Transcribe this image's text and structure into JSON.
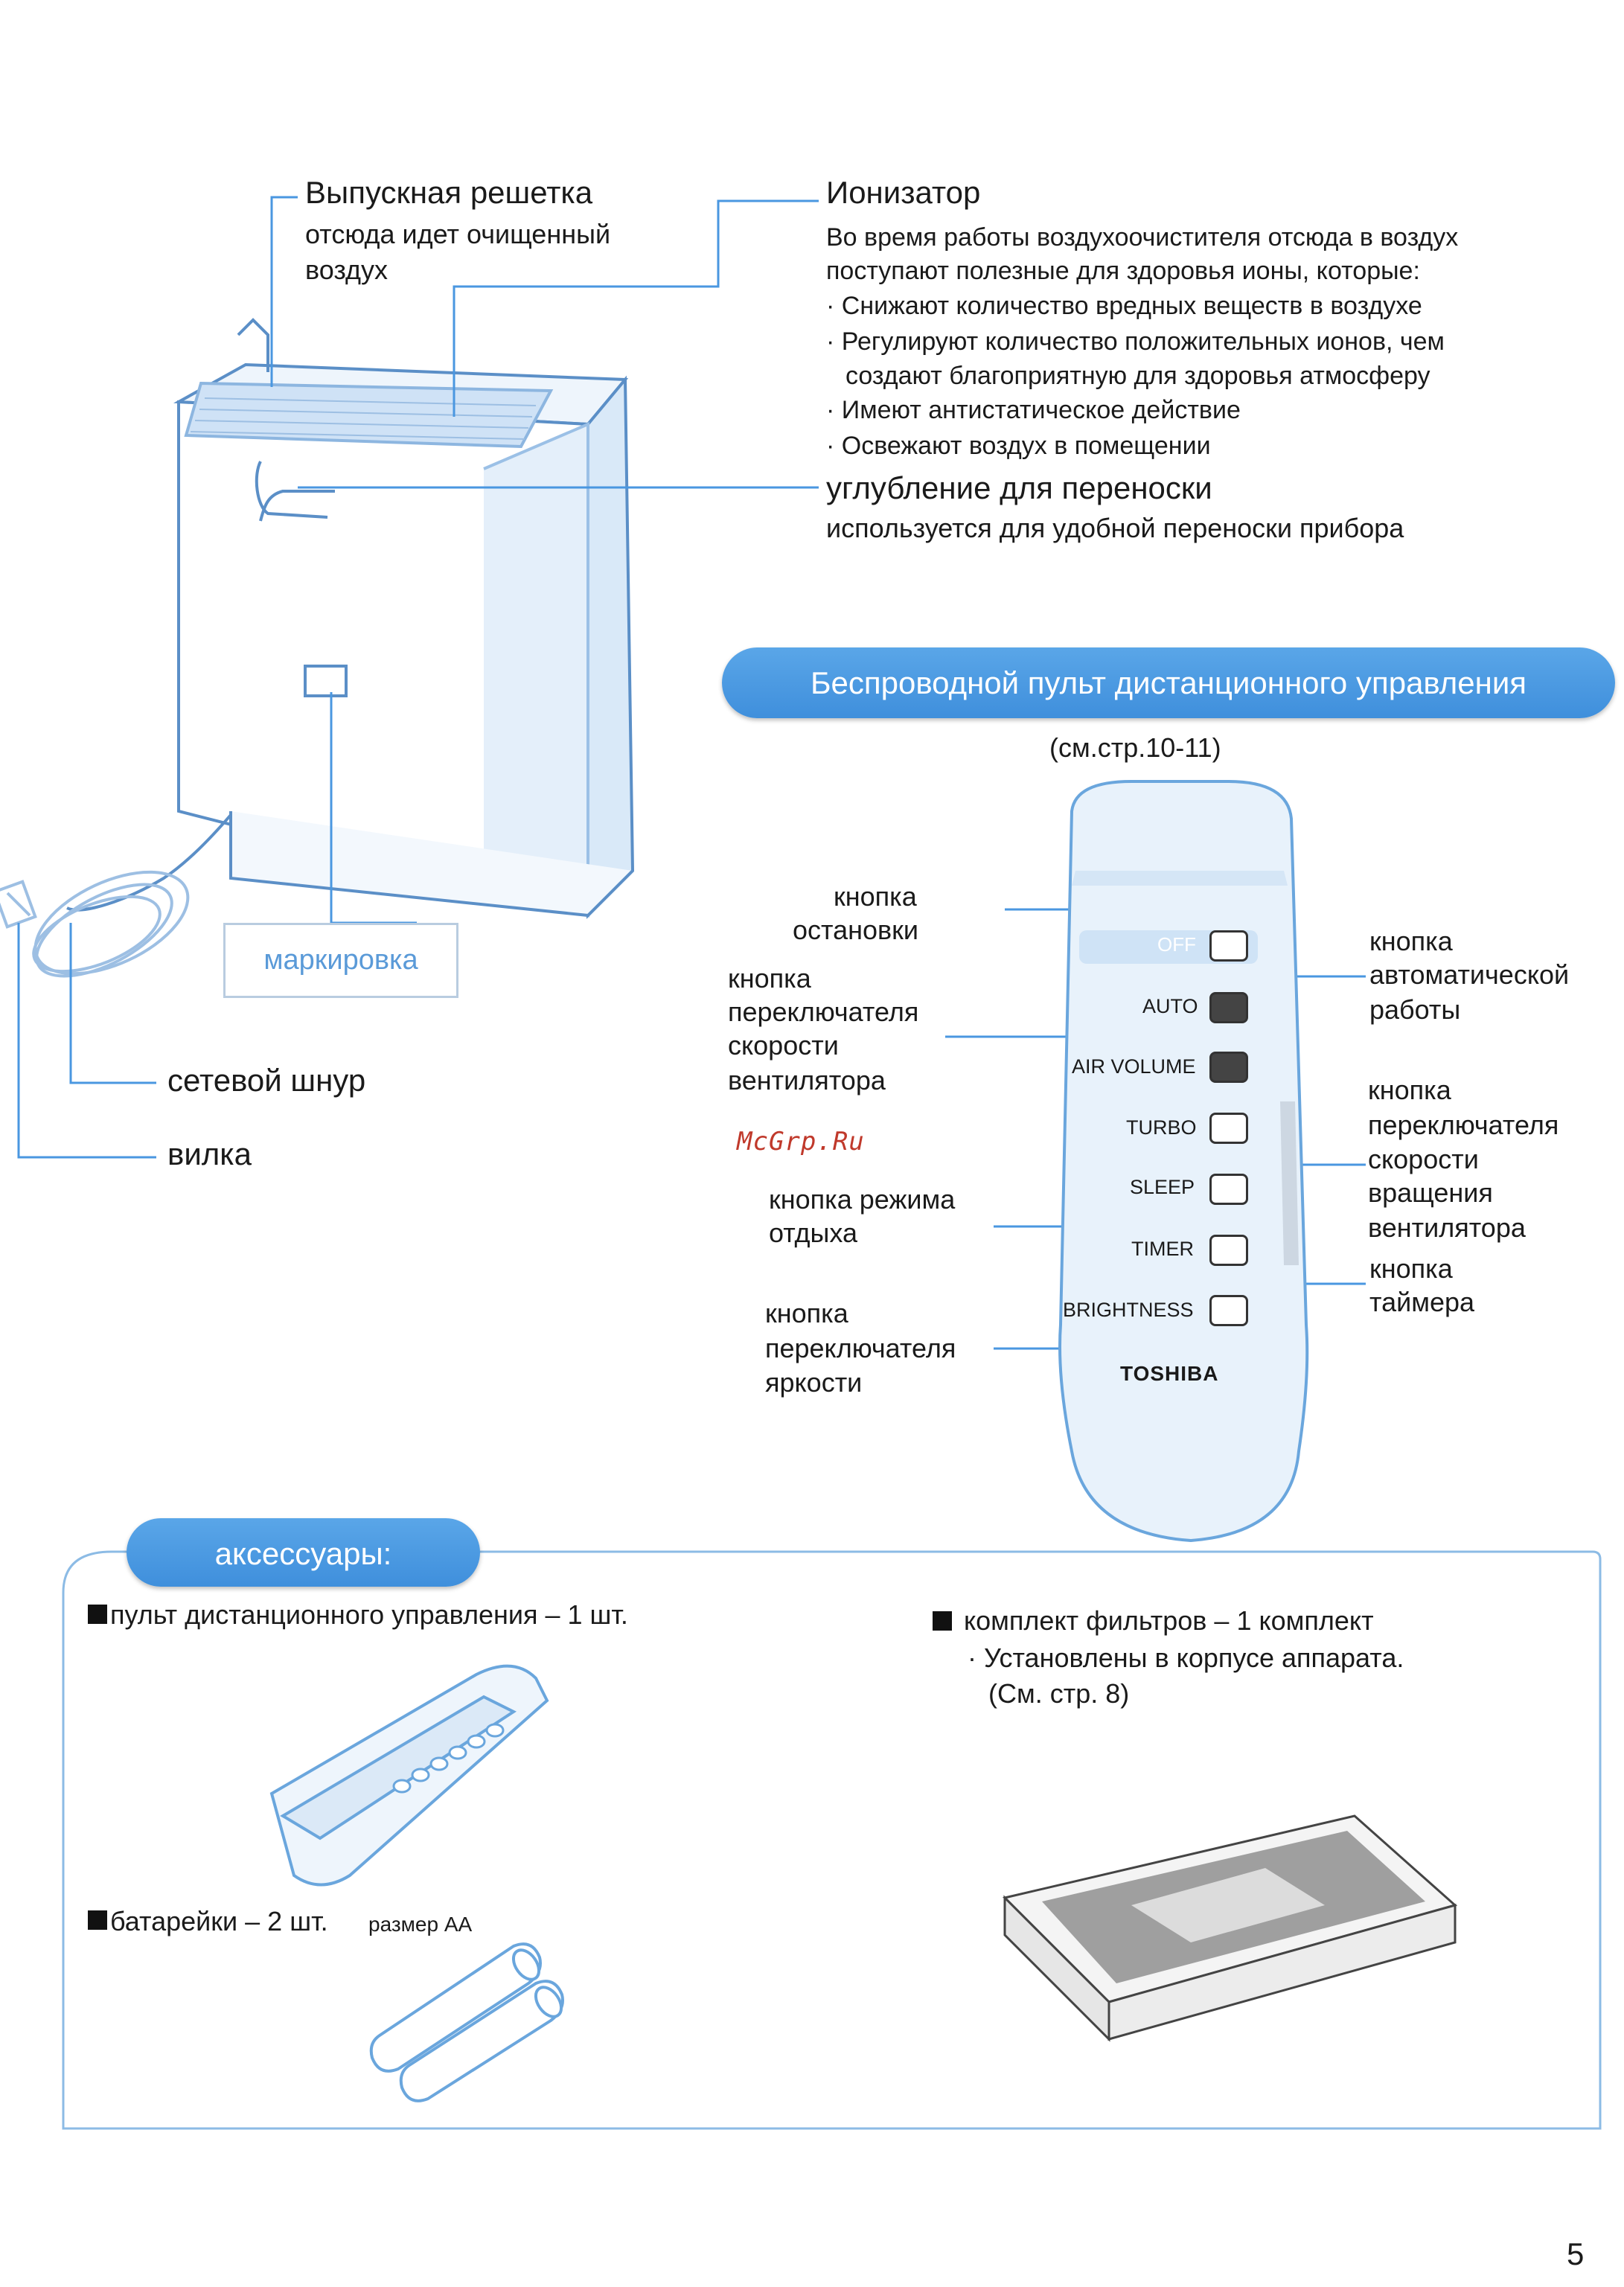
{
  "outlet_grille": {
    "title": "Выпускная решетка",
    "desc": [
      "отсюда идет очищенный",
      "воздух"
    ]
  },
  "ionizer": {
    "title": "Ионизатор",
    "desc": [
      "Во время работы воздухоочистителя отсюда в воздух",
      "поступают полезные для здоровья ионы, которые:"
    ],
    "bullets": [
      "Снижают количество вредных веществ в воздухе",
      "Регулируют количество положительных ионов, чем",
      "Имеют антистатическое действие",
      "Освежают воздух в помещении"
    ],
    "bullet2_cont": "создают благоприятную для здоровья атмосферу"
  },
  "handle": {
    "title": "углубление для переноски",
    "desc": "используется для удобной переноски прибора"
  },
  "remote_section": {
    "title": "Беспроводной пульт дистанционного управления",
    "ref": "(см.стр.10-11)"
  },
  "marking_label": "маркировка",
  "cord_label": "сетевой шнур",
  "plug_label": "вилка",
  "watermark": "McGrp.Ru",
  "remote_buttons": {
    "off": "OFF",
    "auto": "AUTO",
    "air_volume": "AIR VOLUME",
    "turbo": "TURBO",
    "sleep": "SLEEP",
    "timer": "TIMER",
    "brightness": "BRIGHTNESS",
    "brand": "TOSHIBA"
  },
  "remote_callouts": {
    "stop": [
      "кнопка",
      "остановки"
    ],
    "auto": [
      "кнопка",
      "автоматической",
      "работы"
    ],
    "fan_speed": [
      "кнопка",
      "переключателя",
      "скорости",
      "вентилятора"
    ],
    "turbo": [
      "кнопка",
      "переключателя",
      "скорости",
      "вращения",
      "вентилятора"
    ],
    "sleep": [
      "кнопка   режима",
      "отдыха"
    ],
    "timer": [
      "кнопка",
      "таймера"
    ],
    "brightness": [
      "кнопка",
      "переключателя",
      "яркости"
    ]
  },
  "accessories": {
    "title": "аксессуары:",
    "remote": "пульт дистанционного управления – 1 шт.",
    "batteries_main": "батарейки – 2 шт.",
    "batteries_size": "размер AA",
    "filters": "комплект фильтров – 1 комплект",
    "filters_note": [
      "Установлены в корпусе аппарата.",
      "(См. стр. 8)"
    ]
  },
  "page_number": "5",
  "colors": {
    "accent": "#4a97e0",
    "line": "#4a97e0",
    "remote_body": "#e8f2fb",
    "border": "#8cbbe5"
  }
}
